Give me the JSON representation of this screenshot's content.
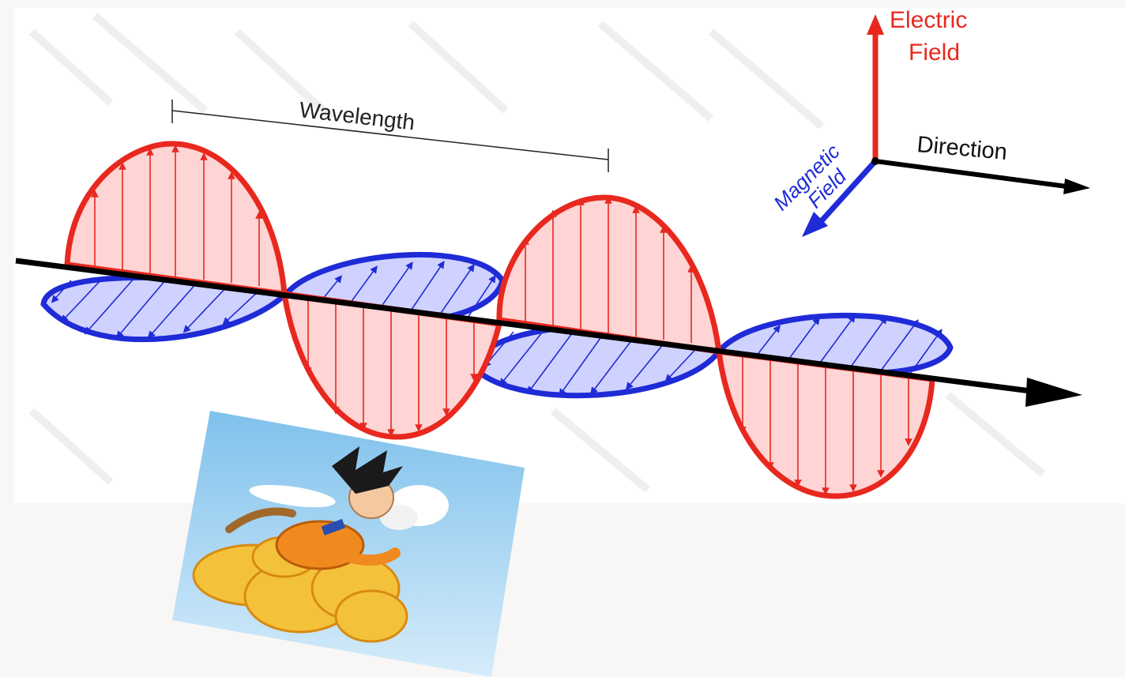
{
  "labels": {
    "wavelength": "Wavelength",
    "electric_field_line1": "Electric",
    "electric_field_line2": "Field",
    "magnetic_field_line1": "Magnetic",
    "magnetic_field_line2": "Field",
    "direction": "Direction"
  },
  "colors": {
    "electric": "#e8281e",
    "electric_fill": "#ffd4d4",
    "magnetic": "#1f2bd6",
    "magnetic_fill": "#cfd2ff",
    "axis": "#000000"
  },
  "sticker": {
    "subject": "cartoon-boy-on-yellow-cloud",
    "sky": "#9fd0f0"
  }
}
